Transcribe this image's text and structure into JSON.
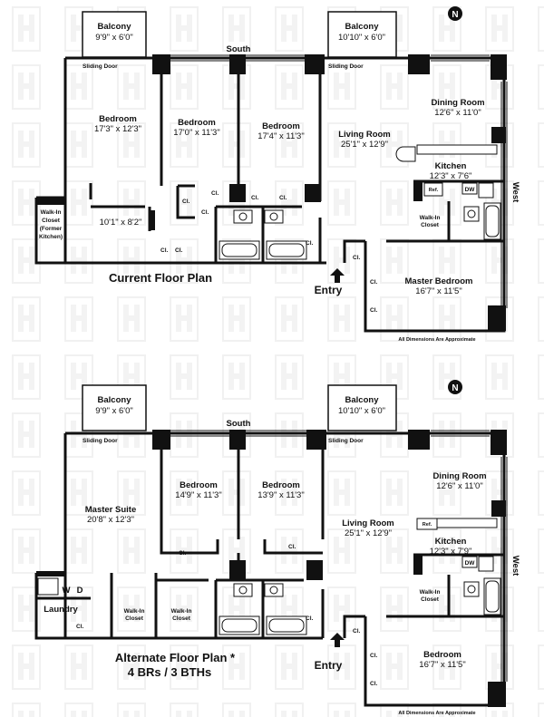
{
  "current": {
    "balcony_left": {
      "label": "Balcony",
      "dims": "9'9\" x 6'0\""
    },
    "balcony_right": {
      "label": "Balcony",
      "dims": "10'10\" x 6'0\""
    },
    "sliding_door": "Sliding Door",
    "south": "South",
    "west": "West",
    "bedroom1": {
      "label": "Bedroom",
      "dims": "17'3\" x 12'3\""
    },
    "bedroom2": {
      "label": "Bedroom",
      "dims": "17'0\" x 11'3\""
    },
    "bedroom3": {
      "label": "Bedroom",
      "dims": "17'4\" x 11'3\""
    },
    "living": {
      "label": "Living Room",
      "dims": "25'1\" x 12'9\""
    },
    "dining": {
      "label": "Dining Room",
      "dims": "12'6\" x 11'0\""
    },
    "kitchen": {
      "label": "Kitchen",
      "dims": "12'3\" x 7'6\""
    },
    "master": {
      "label": "Master Bedroom",
      "dims": "16'7\" x 11'5\""
    },
    "walkin_closet_former": {
      "line1": "Walk-In",
      "line2": "Closet",
      "line3": "(Former",
      "line4": "Kitchen)"
    },
    "foyer_dims": "10'1\" x 8'2\"",
    "walkin_closet": {
      "line1": "Walk-In",
      "line2": "Closet"
    },
    "closet": "Cl.",
    "ref": "Ref.",
    "dw": "DW",
    "entry": "Entry",
    "title": "Current Floor Plan",
    "disclaimer": "All Dimensions Are Approximate"
  },
  "alternate": {
    "balcony_left": {
      "label": "Balcony",
      "dims": "9'9\" x 6'0\""
    },
    "balcony_right": {
      "label": "Balcony",
      "dims": "10'10\" x 6'0\""
    },
    "sliding_door": "Sliding Door",
    "south": "South",
    "west": "West",
    "master_suite": {
      "label": "Master Suite",
      "dims": "20'8\" x 12'3\""
    },
    "bedroom2": {
      "label": "Bedroom",
      "dims": "14'9\" x 11'3\""
    },
    "bedroom3": {
      "label": "Bedroom",
      "dims": "13'9\" x 11'3\""
    },
    "living": {
      "label": "Living Room",
      "dims": "25'1\" x 12'9\""
    },
    "dining": {
      "label": "Dining Room",
      "dims": "12'6\" x 11'0\""
    },
    "kitchen": {
      "label": "Kitchen",
      "dims": "12'3\" x 7'9\""
    },
    "bedroom4": {
      "label": "Bedroom",
      "dims": "16'7\" x 11'5\""
    },
    "laundry": "Laundry",
    "w": "W",
    "d": "D",
    "walkin_closet": {
      "line1": "Walk-In",
      "line2": "Closet"
    },
    "closet": "Cl.",
    "ref": "Ref.",
    "dw": "DW",
    "entry": "Entry",
    "title": "Alternate Floor Plan *",
    "subtitle": "4 BRs / 3 BTHs",
    "disclaimer": "All Dimensions Are Approximate"
  },
  "compass": {
    "letter": "N"
  }
}
